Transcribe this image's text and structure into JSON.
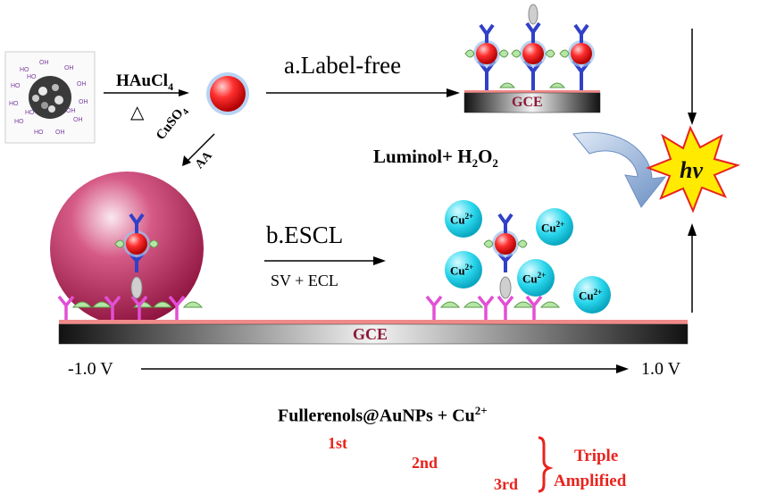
{
  "reagents": {
    "haucl4": "HAuCl",
    "haucl4_sub": "4",
    "heat": "△",
    "cuso4": "CuSO",
    "cuso4_sub": "4",
    "aa": "AA",
    "luminol": "Luminol+ H",
    "luminol_sub": "2",
    "luminol_o": "O",
    "luminol_sub2": "2"
  },
  "paths": {
    "a_label": "a.Label-free",
    "b_label": "b.ESCL",
    "b_sub": "SV  +  ECL"
  },
  "electrodes": {
    "top": "GCE",
    "bottom": "GCE"
  },
  "ions": {
    "cu": "Cu",
    "charge": "2+"
  },
  "emission": "hv",
  "potential": {
    "start": "-1.0 V",
    "end": "1.0 V"
  },
  "summary": {
    "title": "Fullerenols@AuNPs + Cu",
    "title_sup": "2+",
    "first": "1st",
    "second": "2nd",
    "third": "3rd",
    "triple": "Triple",
    "amplified": "Amplified"
  },
  "colors": {
    "accent_red": "#e8231e",
    "gce_label": "#8b1a3a",
    "cu_ion": "#23d3ea",
    "star_fill": "#ffea00",
    "sphere": "#a8174a"
  }
}
